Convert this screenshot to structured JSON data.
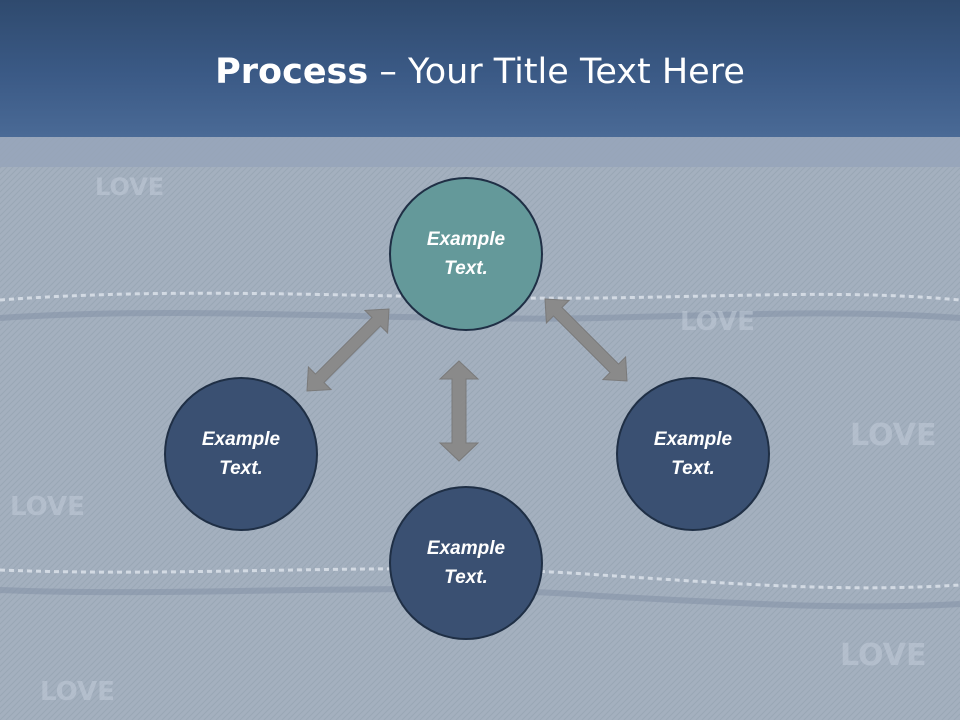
{
  "title": {
    "bold": "Process",
    "rest": " – Your Title Text Here"
  },
  "nodes": [
    {
      "label": "Example\nText.",
      "color": "#64999a"
    },
    {
      "label": "Example\nText.",
      "color": "#3a5072"
    },
    {
      "label": "Example\nText.",
      "color": "#3a5072"
    },
    {
      "label": "Example\nText.",
      "color": "#3a5072"
    }
  ],
  "background": {
    "texture": "denim",
    "watermark": "LOVE"
  },
  "colors": {
    "header": "#3b5a86",
    "arrow": "#8a8a8a"
  }
}
